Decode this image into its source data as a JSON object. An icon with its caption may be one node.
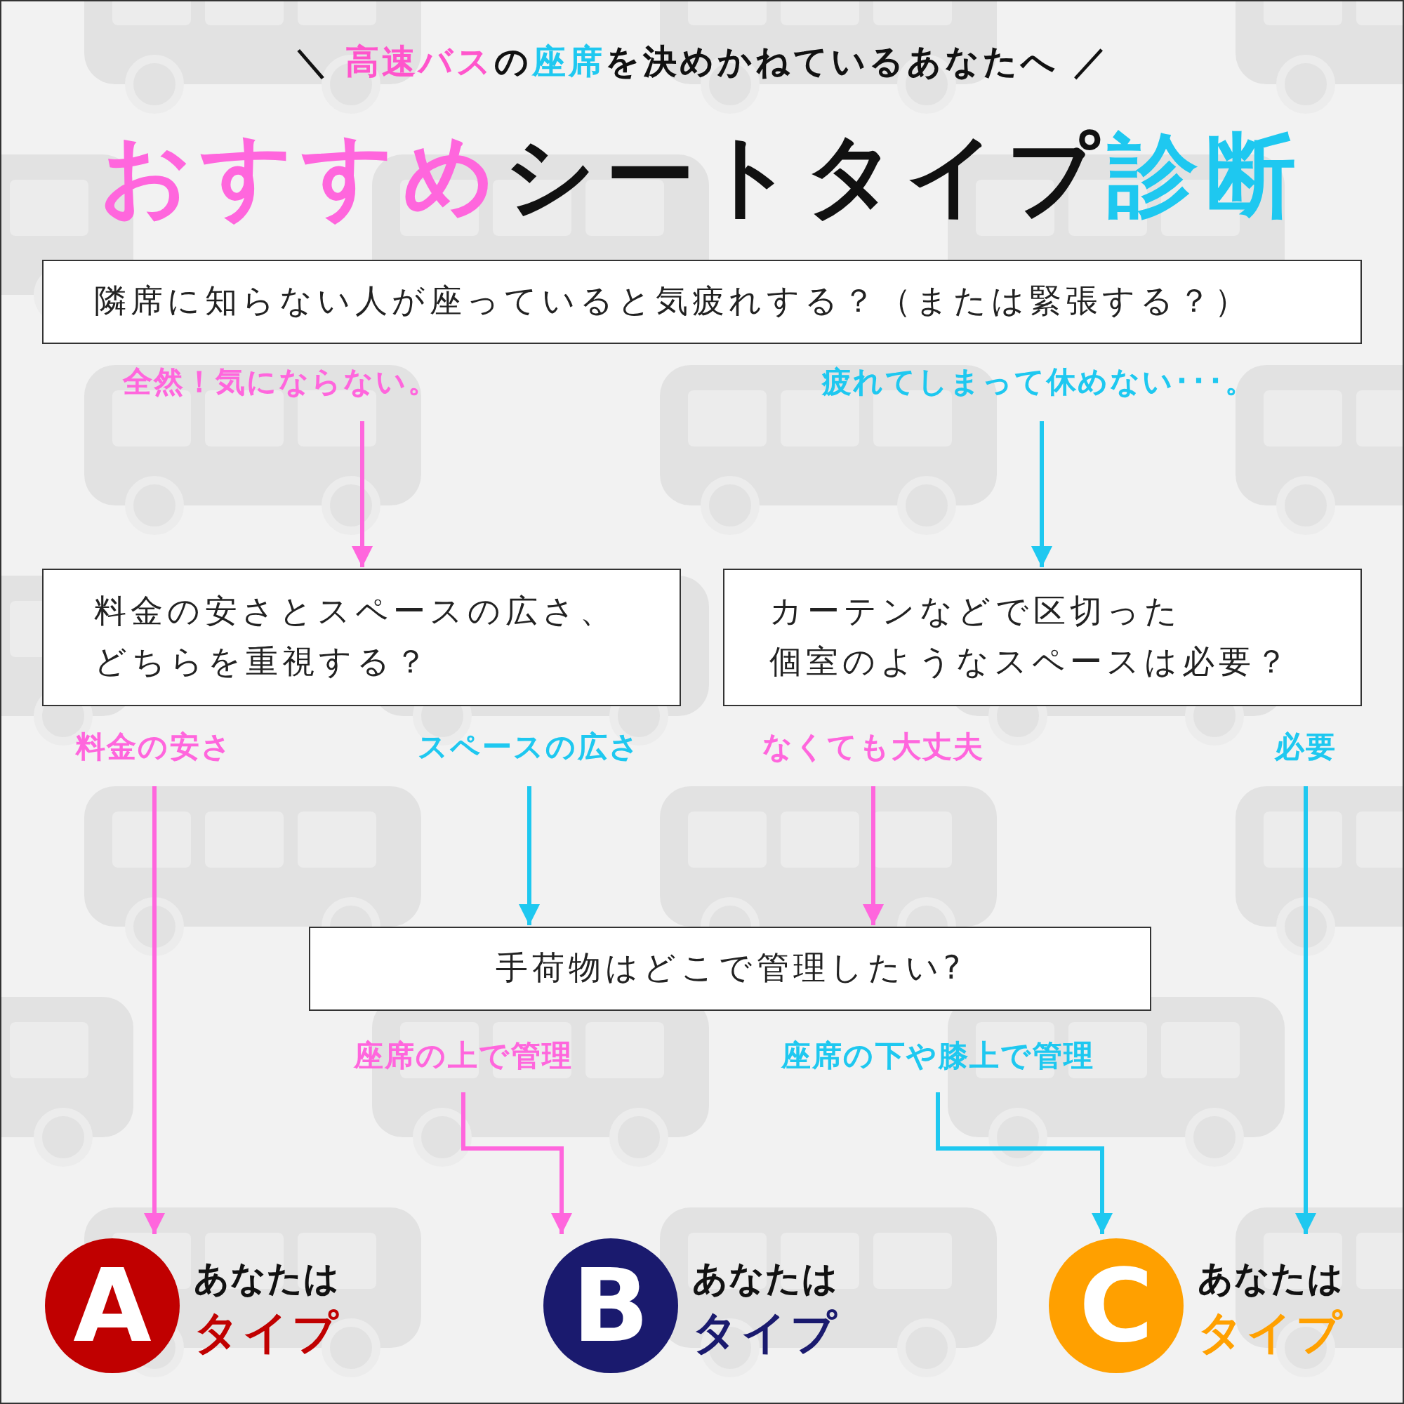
{
  "diagram": {
    "title": "おすすめシートタイプ診断",
    "nodes": [
      {
        "text": [
          "隣席に知らない人が座っていると気疲れする？（または緊張する？）"
        ]
      },
      {
        "text": [
          "料金の安さとスペースの広さ、どちらを重視する？"
        ]
      },
      {
        "text": [
          "カーテンなどで区切った個室のようなスペースは必要？"
        ]
      },
      {
        "text": [
          "手荷物はどこで管理したい?"
        ]
      },
      {
        "text": [
          "A",
          "あなたは",
          "タイプ"
        ]
      },
      {
        "text": [
          "B",
          "あなたは",
          "タイプ"
        ]
      },
      {
        "text": [
          "C",
          "あなたは",
          "タイプ"
        ]
      }
    ],
    "edges": [
      {
        "from": 0,
        "to": 1,
        "arrow": "to",
        "label": "全然！気にならない。",
        "color": "#ff66dd"
      },
      {
        "from": 0,
        "to": 2,
        "arrow": "to",
        "label": "疲れてしまって休めない･･･。",
        "color": "#1ec8f0"
      },
      {
        "from": 1,
        "to": 4,
        "arrow": "to",
        "label": "料金の安さ",
        "color": "#ff66dd"
      },
      {
        "from": 1,
        "to": 3,
        "arrow": "to",
        "label": "スペースの広さ",
        "color": "#1ec8f0"
      },
      {
        "from": 2,
        "to": 3,
        "arrow": "to",
        "label": "なくても大丈夫",
        "color": "#ff66dd"
      },
      {
        "from": 2,
        "to": 6,
        "arrow": "to",
        "label": "必要",
        "color": "#1ec8f0"
      },
      {
        "from": 3,
        "to": 5,
        "arrow": "to",
        "label": "座席の上で管理",
        "color": "#ff66dd"
      },
      {
        "from": 3,
        "to": 6,
        "arrow": "to",
        "label": "座席の下や膝上で管理",
        "color": "#1ec8f0"
      }
    ],
    "labels": [
      "＼ 高速バスの座席を決めかねているあなたへ ／"
    ]
  }
}
